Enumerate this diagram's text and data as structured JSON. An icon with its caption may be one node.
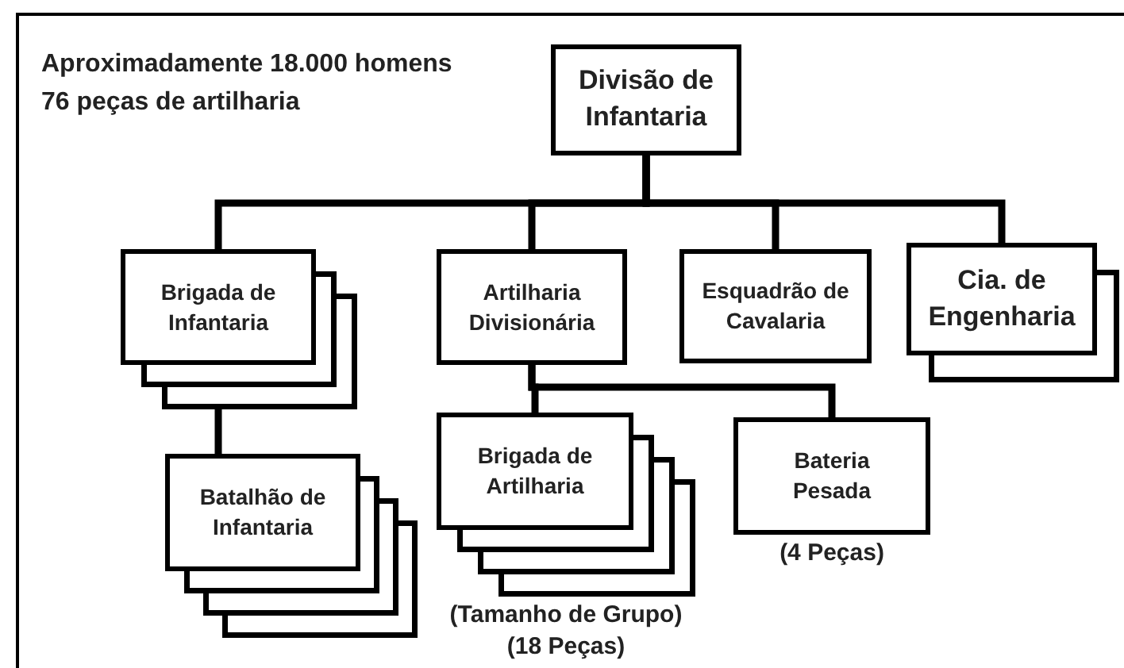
{
  "diagram": {
    "nodes": [
      {
        "text": [
          "Divisão de Infantaria"
        ]
      },
      {
        "text": [
          "Brigada de Infantaria"
        ]
      },
      {
        "text": [
          "Artilharia Divisionária"
        ]
      },
      {
        "text": [
          "Esquadrão de Cavalaria"
        ]
      },
      {
        "text": [
          "Cia. de Engenharia"
        ]
      },
      {
        "text": [
          "Batalhão de Infantaria"
        ]
      },
      {
        "text": [
          "Brigada de Artilharia"
        ],
        "beside": [
          "(Tamanho de Grupo)",
          "(18 Peças)"
        ]
      },
      {
        "text": [
          "Bateria Pesada"
        ],
        "beside": [
          "(4 Peças)"
        ]
      }
    ],
    "edges": [
      {
        "from": 0,
        "to": 1,
        "arrow": "none"
      },
      {
        "from": 0,
        "to": 2,
        "arrow": "none"
      },
      {
        "from": 0,
        "to": 3,
        "arrow": "none"
      },
      {
        "from": 0,
        "to": 4,
        "arrow": "none"
      },
      {
        "from": 1,
        "to": 5,
        "arrow": "none"
      },
      {
        "from": 2,
        "to": 6,
        "arrow": "none"
      },
      {
        "from": 2,
        "to": 7,
        "arrow": "none"
      }
    ],
    "labels": [
      "Aproximadamente 18.000 homens",
      "76 peças de artilharia"
    ]
  }
}
